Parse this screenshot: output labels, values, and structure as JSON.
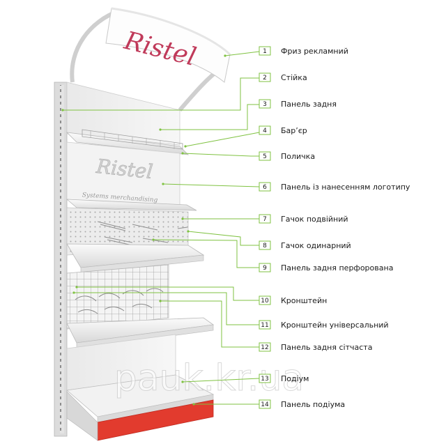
{
  "brand": {
    "logo_text": "Ristel",
    "logo_color": "#c03a5a",
    "panel_logo_text": "Ristel",
    "slogan": "Systems merchandising"
  },
  "watermark": "pauk.kr.ua",
  "colors": {
    "leader_line": "#7fc241",
    "number_box": "#7fc241",
    "podium_panel": "#e23b2e"
  },
  "callouts": [
    {
      "num": "1",
      "label": "Фриз рекламний"
    },
    {
      "num": "2",
      "label": "Стійка"
    },
    {
      "num": "3",
      "label": "Панель задня"
    },
    {
      "num": "4",
      "label": "Бар’єр"
    },
    {
      "num": "5",
      "label": "Поличка"
    },
    {
      "num": "6",
      "label": "Панель із нанесенням логотипу"
    },
    {
      "num": "7",
      "label": "Гачок подвійний"
    },
    {
      "num": "8",
      "label": "Гачок одинарний"
    },
    {
      "num": "9",
      "label": "Панель задня перфорована"
    },
    {
      "num": "10",
      "label": "Кронштейн"
    },
    {
      "num": "11",
      "label": "Кронштейн універсальний"
    },
    {
      "num": "12",
      "label": "Панель задня сітчаста"
    },
    {
      "num": "13",
      "label": "Подіум"
    },
    {
      "num": "14",
      "label": "Панель подіума"
    }
  ]
}
